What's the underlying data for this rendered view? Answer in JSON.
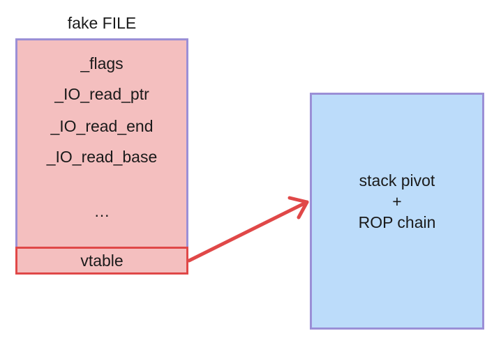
{
  "title": "fake FILE",
  "fields": [
    "_flags",
    "_IO_read_ptr",
    "_IO_read_end",
    "_IO_read_base",
    "…"
  ],
  "vtable_label": "vtable",
  "target_lines": [
    "stack pivot",
    "+",
    "ROP chain"
  ],
  "colors": {
    "file_fill": "#f4bfbf",
    "file_border": "#9b8fd6",
    "vtable_border": "#e04848",
    "target_fill": "#bcdcfa",
    "arrow": "#e04848"
  }
}
